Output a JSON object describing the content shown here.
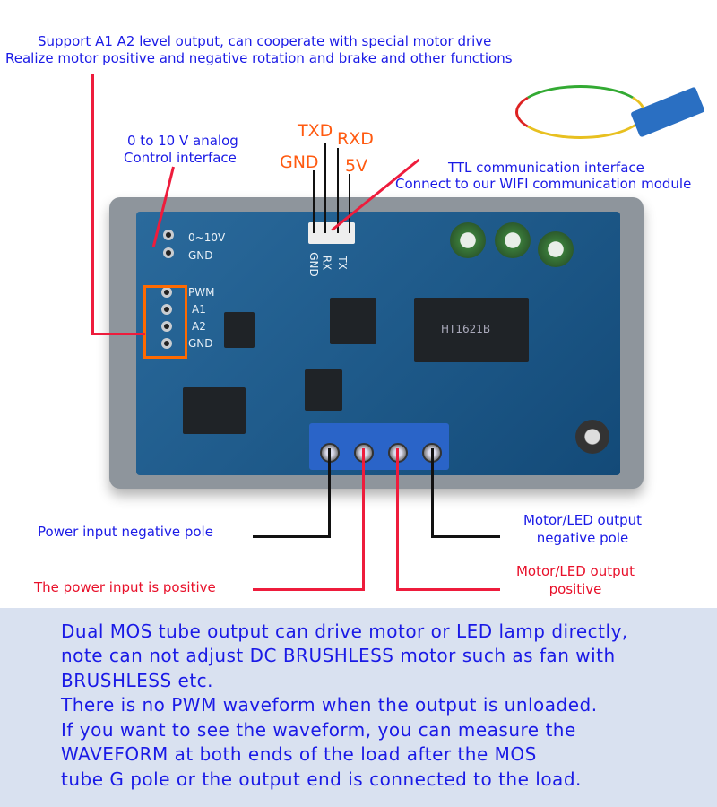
{
  "top_note": {
    "line1": "Support A1 A2 level output, can cooperate with special motor drive",
    "line2": "Realize motor positive and negative rotation and brake and other functions"
  },
  "analog": {
    "line1": "0 to 10 V analog",
    "line2": "Control interface"
  },
  "pins": {
    "txd": "TXD",
    "rxd": "RXD",
    "gnd": "GND",
    "v5": "5V"
  },
  "ttl": {
    "line1": "TTL communication interface",
    "line2": "Connect to our WIFI communication module"
  },
  "silkscreen": {
    "v010": "0~10V",
    "gnd1": "GND",
    "pwm": "PWM",
    "a1": "A1",
    "a2": "A2",
    "gnd2": "GND",
    "s_gnd": "GND",
    "s_rx": "RX",
    "s_tx": "TX",
    "ic": "HT1621B"
  },
  "callouts": {
    "power_neg": "Power input negative pole",
    "power_pos": "The power input is positive",
    "motor_neg1": "Motor/LED output",
    "motor_neg2": "negative pole",
    "motor_pos1": "Motor/LED output",
    "motor_pos2": "positive"
  },
  "notes": [
    "Dual MOS tube output can drive motor or LED lamp directly,",
    "note can not adjust DC BRUSHLESS motor such as fan with",
    "BRUSHLESS etc.",
    "There is no PWM waveform when the output is unloaded.",
    "If you want to see the waveform, you can measure the",
    "WAVEFORM at both ends of the load after the MOS",
    "tube G pole or the output end is connected to the load."
  ]
}
